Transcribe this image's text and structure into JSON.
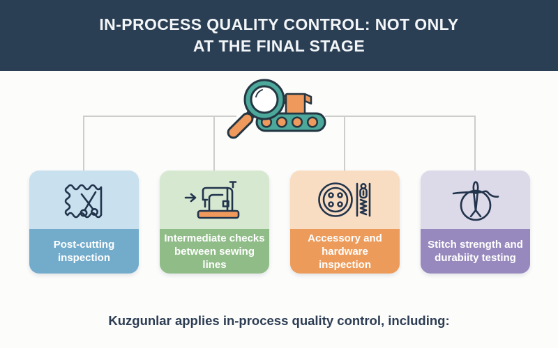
{
  "header": {
    "title_line1": "IN-PROCESS QUALITY CONTROL: NOT ONLY",
    "title_line2": "AT THE FINAL STAGE"
  },
  "illustration": {
    "name": "magnifying-glass-over-conveyor",
    "teal": "#4ba89b",
    "orange": "#f0995d",
    "outline": "#243642"
  },
  "cards": [
    {
      "id": "post-cutting-inspection",
      "label": "Post-cutting inspection",
      "icon": "fabric-scissors-icon",
      "top_color": "#c9e0ee",
      "bottom_color": "#73abcb"
    },
    {
      "id": "intermediate-checks",
      "label": "Intermediate checks between sewing lines",
      "icon": "sewing-machine-icon",
      "top_color": "#d7e8d1",
      "bottom_color": "#90bc88"
    },
    {
      "id": "accessory-hardware-inspection",
      "label": "Accessory and hardware inspection",
      "icon": "button-zipper-icon",
      "top_color": "#f9ddc2",
      "bottom_color": "#ec9b5b"
    },
    {
      "id": "stitch-strength-testing",
      "label": "Stitch strength and durabiity testing",
      "icon": "needle-thread-icon",
      "top_color": "#dcd9e8",
      "bottom_color": "#9789bd"
    }
  ],
  "footer": {
    "text": "Kuzgunlar applies in-process quality control, including:"
  },
  "colors": {
    "header_bg": "#2b3f54",
    "header_text": "#f3f6f8",
    "page_bg": "#fcfcfb",
    "connector": "#cdcdcd",
    "card_label_text": "#ffffff",
    "footer_text": "#2c3c52",
    "icon_stroke": "#22344c"
  }
}
